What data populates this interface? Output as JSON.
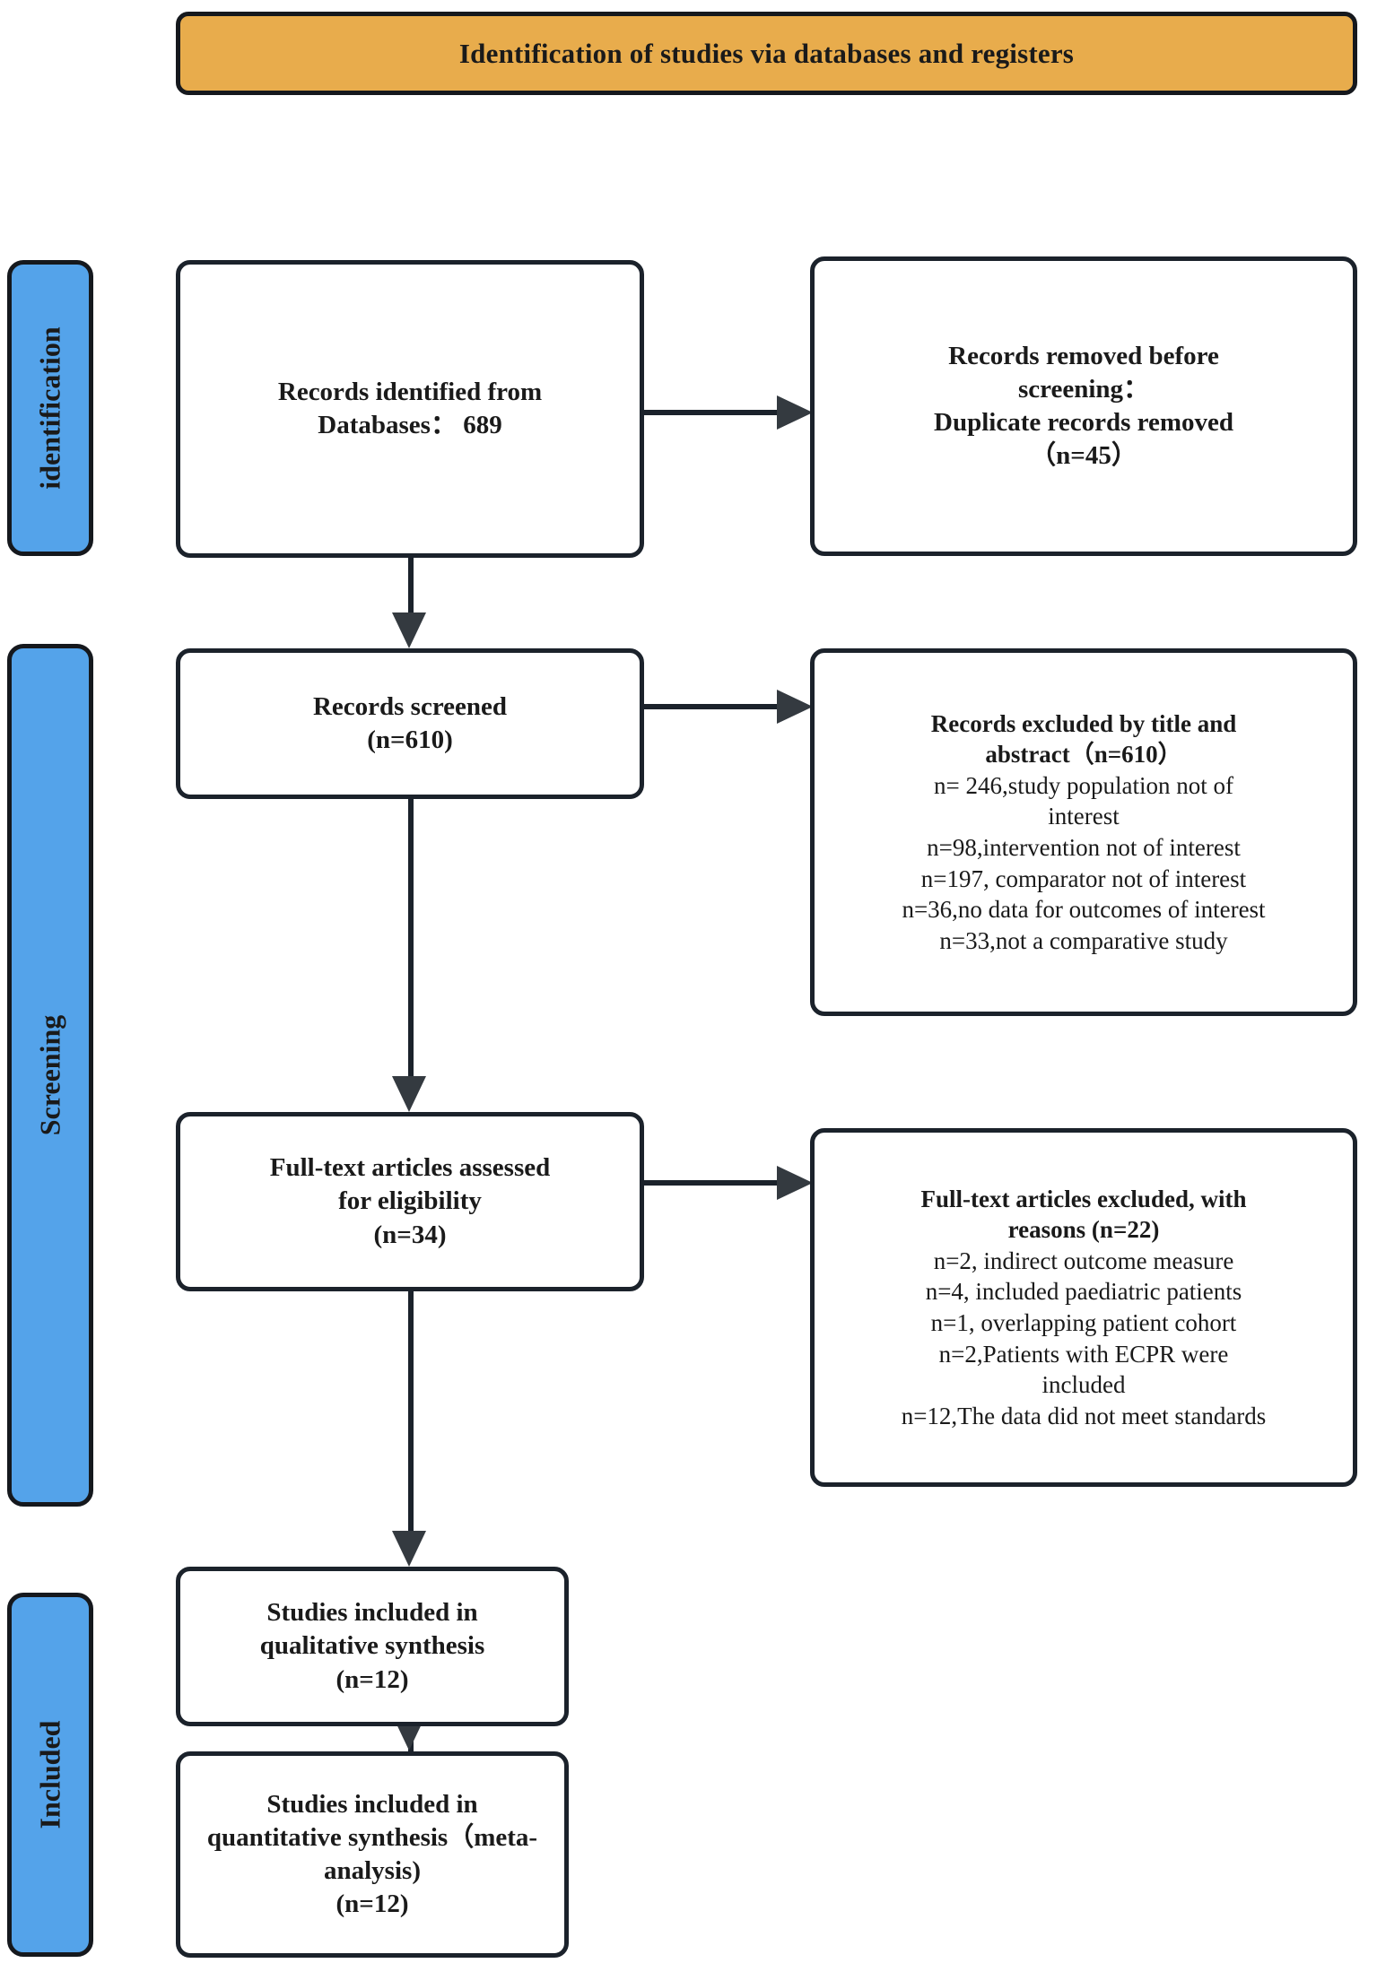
{
  "banner": {
    "title": "Identification of studies via databases and registers",
    "bg_color": "#e8ac4c"
  },
  "stages": {
    "accent_color": "#54a3ea",
    "items": [
      {
        "label": "identification"
      },
      {
        "label": "Screening"
      },
      {
        "label": "Included"
      }
    ]
  },
  "boxes": {
    "records_identified": {
      "line1": "Records identified from",
      "line2": "Databases：  689"
    },
    "records_removed": {
      "line1": "Records removed before",
      "line2": "screening：",
      "line3": "Duplicate records removed",
      "line4": "（n=45）"
    },
    "records_screened": {
      "line1": "Records screened",
      "line2": "(n=610)"
    },
    "records_excluded": {
      "header1": "Records excluded by title and",
      "header2": "abstract（n=610）",
      "reasons": [
        "n= 246,study population not of",
        "interest",
        "n=98,intervention not of interest",
        "n=197, comparator not of interest",
        "n=36,no data for outcomes of interest",
        "n=33,not a comparative study"
      ]
    },
    "fulltext_assessed": {
      "line1": "Full-text articles assessed",
      "line2": "for eligibility",
      "line3": "(n=34)"
    },
    "fulltext_excluded": {
      "header1": "Full-text articles excluded, with",
      "header2": "reasons (n=22)",
      "reasons": [
        "n=2, indirect outcome measure",
        "n=4, included paediatric patients",
        "n=1, overlapping patient cohort",
        "n=2,Patients with ECPR were",
        "included",
        "n=12,The data did not meet standards"
      ]
    },
    "qualitative": {
      "line1": "Studies included in",
      "line2": "qualitative synthesis",
      "line3": "(n=12)"
    },
    "quantitative": {
      "line1": "Studies included in",
      "line2": "quantitative synthesis（meta-",
      "line3": "analysis)",
      "line4": "(n=12)"
    }
  },
  "flow_data": {
    "type": "prisma-flow-diagram",
    "identified_total": 689,
    "duplicates_removed": 45,
    "screened": 610,
    "excluded_title_abstract": 610,
    "excluded_title_abstract_reasons": [
      {
        "n": 246,
        "reason": "study population not of interest"
      },
      {
        "n": 98,
        "reason": "intervention not of interest"
      },
      {
        "n": 197,
        "reason": "comparator not of interest"
      },
      {
        "n": 36,
        "reason": "no data for outcomes of interest"
      },
      {
        "n": 33,
        "reason": "not a comparative study"
      }
    ],
    "fulltext_assessed": 34,
    "fulltext_excluded": 22,
    "fulltext_excluded_reasons": [
      {
        "n": 2,
        "reason": "indirect outcome measure"
      },
      {
        "n": 4,
        "reason": "included paediatric patients"
      },
      {
        "n": 1,
        "reason": "overlapping patient cohort"
      },
      {
        "n": 2,
        "reason": "Patients with ECPR were included"
      },
      {
        "n": 12,
        "reason": "The data did not meet standards"
      }
    ],
    "included_qualitative": 12,
    "included_quantitative": 12
  }
}
